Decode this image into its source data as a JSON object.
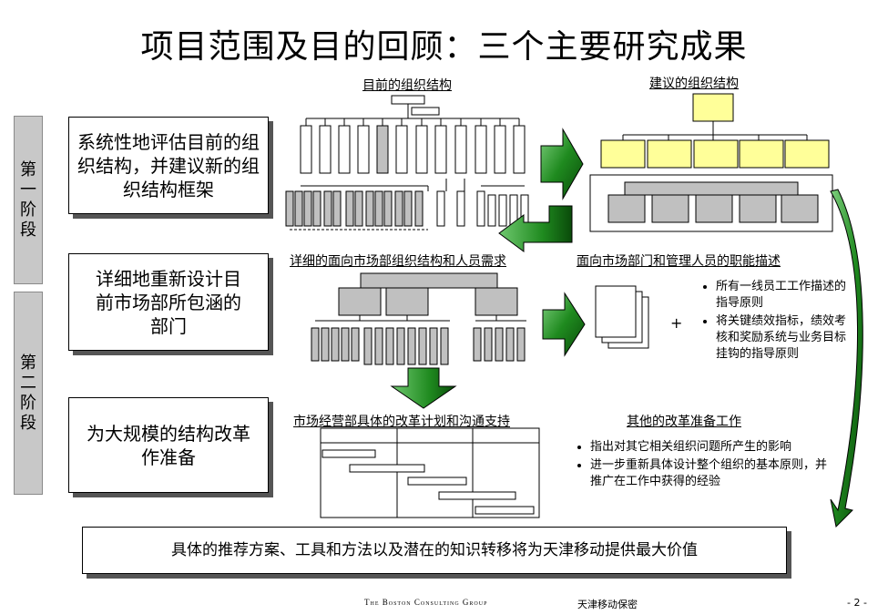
{
  "title": "项目范围及目的回顾：三个主要研究成果",
  "phases": {
    "phase1": "第一阶段",
    "phase2": "第二阶段"
  },
  "steps": [
    {
      "text": "系统性地评估目前的组织结构，并建议新的组织结构框架"
    },
    {
      "text": "详细地重新设计目前市场部所包涵的部门"
    },
    {
      "text": "为大规模的结构改革作准备"
    }
  ],
  "labels": {
    "current_org": "目前的组织结构",
    "proposed_org": "建议的组织结构",
    "detailed_org": "详细的面向市场部组织结构和人员需求",
    "job_desc": "面向市场部门和管理人员的职能描述",
    "reform_plan": "市场经营部具体的改革计划和沟通支持",
    "other_prep": "其他的改革准备工作"
  },
  "plus_sign": "+",
  "job_desc_bullets": [
    "所有一线员工工作描述的指导原则",
    "将关键绩效指标，绩效考核和奖励系统与业务目标挂钩的指导原则"
  ],
  "other_prep_bullets": [
    "指出对其它相关组织问题所产生的影响",
    "进一步重新具体设计整个组织的基本原则，并推广在工作中获得的经验"
  ],
  "bottom_statement": "具体的推荐方案、工具和方法以及潜在的知识转移将为天津移动提供最大价值",
  "footer": {
    "brand": "The Boston Consulting Group",
    "confidential": "天津移动保密",
    "page": "- 2 -"
  },
  "colors": {
    "arrow_green": "#1f8a1f",
    "proposed_box_yellow": "#ffff99",
    "org_box_gray": "#c0c0c0",
    "phase_gray": "#c8c8c8"
  }
}
